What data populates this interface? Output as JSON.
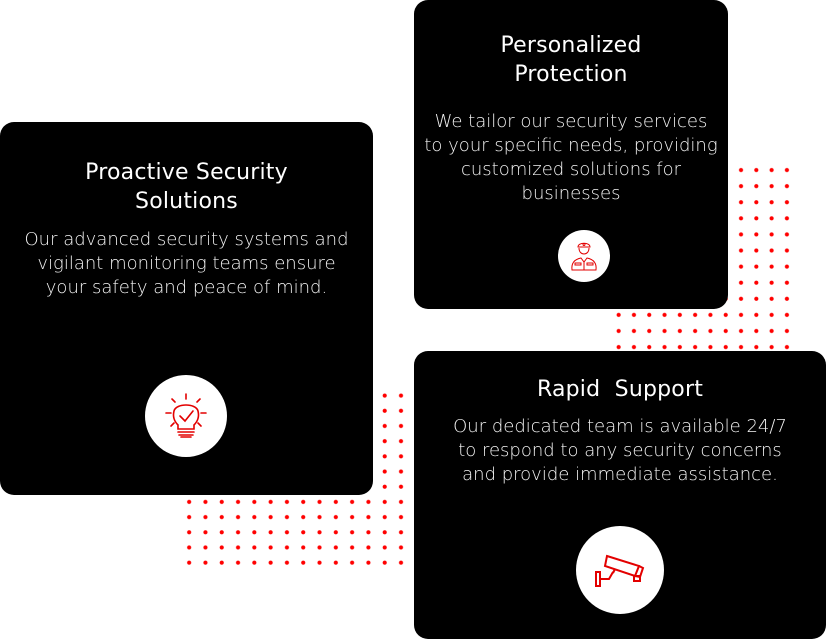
{
  "accent_color": "#ff0000",
  "cards": [
    {
      "title": "Proactive Security Solutions",
      "body": "Our advanced security systems and vigilant monitoring teams ensure your safety and peace of mind.",
      "icon": "lightbulb-check-icon"
    },
    {
      "title": "Personalized Protection",
      "body": "We tailor our security services to your specific needs, providing customized solutions for businesses",
      "icon": "security-guard-icon"
    },
    {
      "title": "Rapid  Support",
      "body": "Our dedicated team is available 24/7 to respond to any security concerns and provide immediate assistance.",
      "icon": "cctv-camera-icon"
    }
  ]
}
